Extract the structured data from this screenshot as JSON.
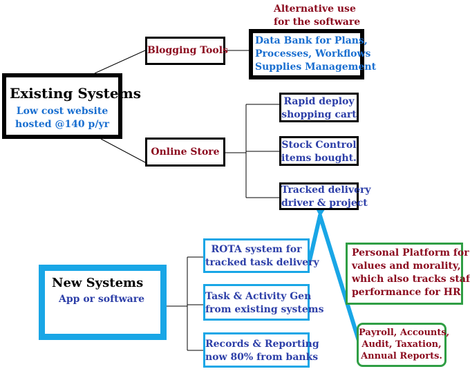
{
  "alt_use_label": [
    "Alternative use",
    "for the software"
  ],
  "existing": {
    "title": "Existing Systems",
    "sub": [
      "Low cost website",
      "hosted @140 p/yr"
    ]
  },
  "blogging": {
    "label": "Blogging Tools"
  },
  "databank": {
    "lines": [
      "Data Bank for Plans,",
      "Processes, Workflows",
      "Supplies Management"
    ]
  },
  "online_store": {
    "label": "Online Store"
  },
  "store_items": [
    {
      "lines": [
        "Rapid deploy",
        "shopping cart"
      ]
    },
    {
      "lines": [
        "Stock Control",
        "items bought."
      ]
    },
    {
      "lines": [
        "Tracked delivery",
        "driver & project"
      ]
    }
  ],
  "new": {
    "title": "New Systems",
    "sub": "App or software"
  },
  "new_items": [
    {
      "lines": [
        "ROTA system for",
        "tracked task delivery"
      ]
    },
    {
      "lines": [
        "Task & Activity Gen",
        "from existing systems"
      ]
    },
    {
      "lines": [
        "Records & Reporting",
        "now 80% from banks"
      ]
    }
  ],
  "personal": {
    "lines": [
      "Personal Platform for",
      "values and morality,",
      "which also tracks staff",
      "performance for HR"
    ]
  },
  "payroll": {
    "lines": [
      "Payroll, Accounts,",
      "Audit, Taxation,",
      "Annual Reports."
    ]
  },
  "colors": {
    "maroon": "#8b0a1e",
    "blue_text": "#1a6fd0",
    "navy_text": "#2d3fa8",
    "cyan": "#19a6e6",
    "green": "#2f9e44"
  }
}
